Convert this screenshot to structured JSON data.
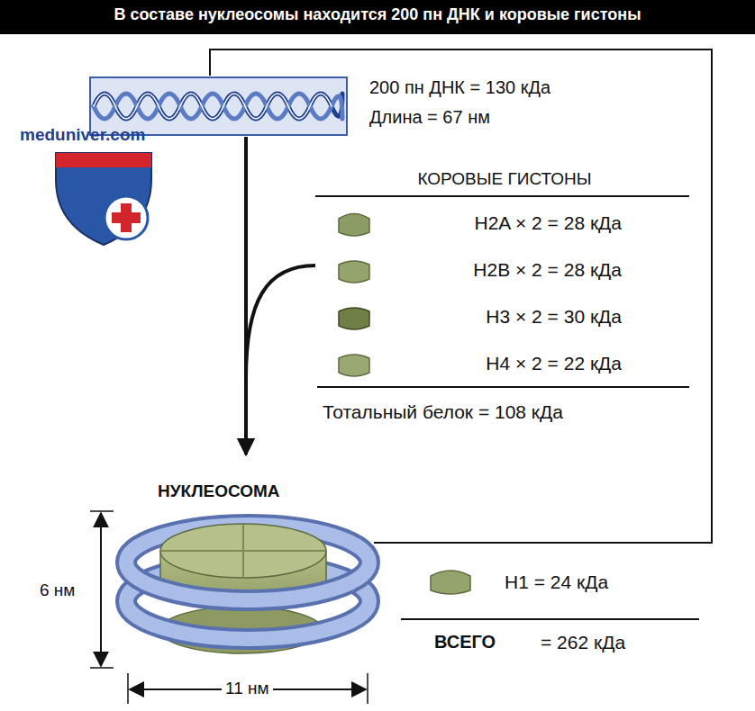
{
  "diagram": {
    "title": "В составе нуклеосомы находится 200 пн ДНК и коровые гистоны",
    "nodes": [
      {
        "text": [
          "200 пн ДНК = 130 кДа",
          "Длина = 67 нм"
        ]
      },
      {
        "text": [
          "КОРОВЫЕ ГИСТОНЫ",
          "H2A × 2 = 28 кДа",
          "H2B × 2 = 28 кДа",
          "H3 × 2 = 30 кДа",
          "H4 × 2 = 22 кДа",
          "Тотальный белок = 108 кДа"
        ]
      },
      {
        "text": [
          "НУКЛЕОСОМА"
        ]
      }
    ],
    "edges": [
      {
        "from": 0,
        "to": 2,
        "arrow": "to"
      },
      {
        "from": 1,
        "to": 2,
        "arrow": "to"
      }
    ],
    "labels": [
      "meduniver.com",
      "6 нм",
      "11 нм",
      "H1 = 24 кДа",
      "ВСЕГО",
      "= 262 кДа"
    ]
  }
}
